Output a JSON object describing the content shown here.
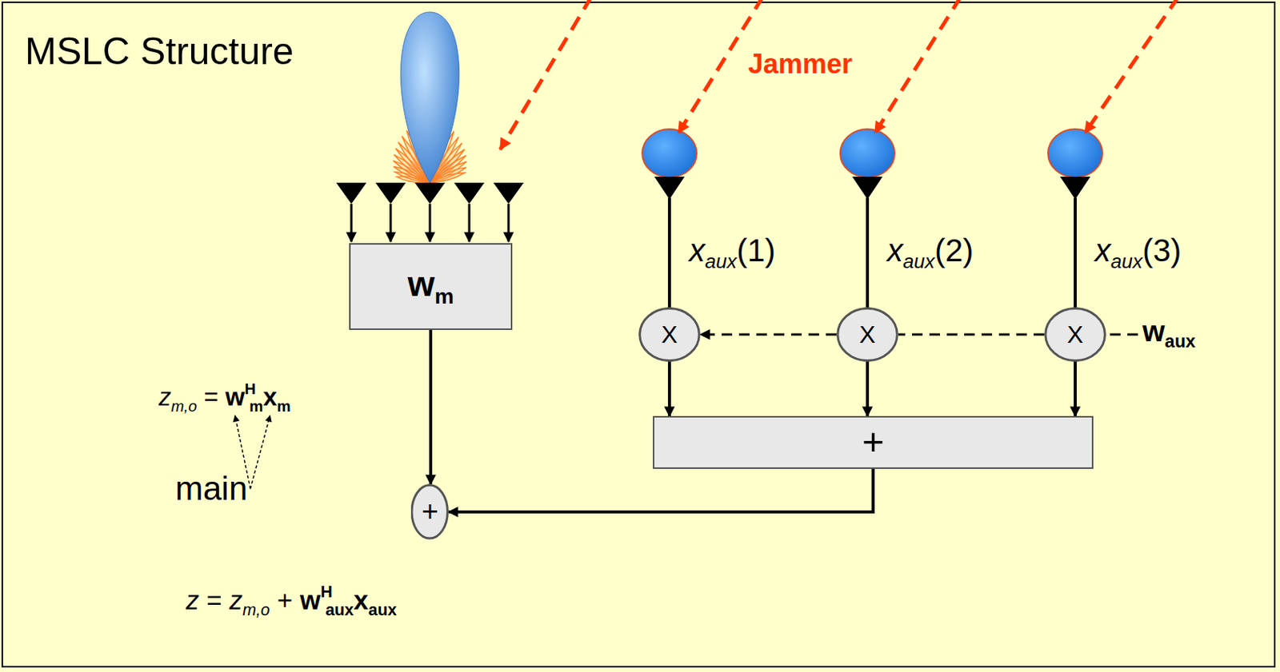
{
  "diagram": {
    "nodes": [
      {
        "text": [
          "wm"
        ]
      },
      {
        "text": [
          "X"
        ]
      },
      {
        "text": [
          "X"
        ]
      },
      {
        "text": [
          "X"
        ]
      },
      {
        "text": [
          "+"
        ]
      },
      {
        "text": [
          "+"
        ]
      }
    ],
    "edges": [
      {
        "from": 0,
        "to": 5,
        "arrow": "to"
      },
      {
        "from": 1,
        "to": 4,
        "arrow": "to"
      },
      {
        "from": 2,
        "to": 4,
        "arrow": "to"
      },
      {
        "from": 3,
        "to": 4,
        "arrow": "to"
      },
      {
        "from": 4,
        "to": 5,
        "arrow": "to"
      },
      {
        "from": 2,
        "to": 1,
        "arrow": "to"
      },
      {
        "from": 3,
        "to": 2,
        "arrow": "none"
      }
    ],
    "labels": [
      "MSLC Structure",
      "Jammer",
      "xaux(1)",
      "xaux(2)",
      "xaux(3)",
      "waux",
      "zm,o = wHmxm",
      "main",
      "z = zm,o + wHauxxaux"
    ]
  }
}
